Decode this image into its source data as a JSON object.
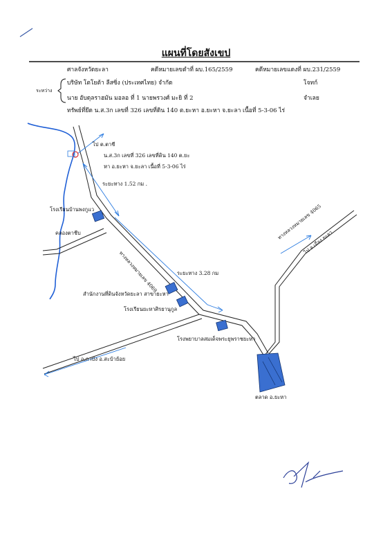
{
  "title": "แผนที่โดยสังเขป",
  "header": {
    "court": "ศาลจังหวัดยะลา",
    "black_case": "คดีหมายเลขดำที่ ผบ.165/2559",
    "red_case": "คดีหมายเลขแดงที่ ผบ.231/2559",
    "parties_label": "ระหว่าง",
    "plaintiff": "บริษัท โตโยต้า ลีสซิ่ง (ประเทศไทย) จำกัด",
    "plaintiff_role": "โจทก์",
    "defendant": "นาย อับดุลราฮมัน มอลอ ที่ 1 นายพรวงศ์ มะยิ ที่ 2",
    "defendant_role": "จำเลย",
    "property": "ทรัพย์ที่ยึด   น.ส.3ก เลขที่ 326 เลขที่ดิน 140 ต.ยะหา อ.ยะหา จ.ยะลา เนื้อที่ 5-3-06 ไร่"
  },
  "map": {
    "to_bacho": "ไป ต.ตาชี",
    "parcel_line1": "น.ส.3ก เลขที่ 326 เลขที่ดิน 140 ต.ยะ",
    "parcel_line2": "หา อ.ยะหา จ.ยะลา เนื้อที่ 5-3-06 ไร่",
    "distance_1": "ระยะทาง 1.52 กม .",
    "school_1": "โรงเรียนบ้านพงกูแว",
    "canal": "คลองตาชีบ",
    "highway_4069": "ทางหลวงหมายเลข 4069",
    "distance_2": "ระยะทาง 3.28 กม",
    "land_office": "สำนักงานที่ดินจังหวัดยะลา สาขายะหา",
    "school_2": "โรงเรียนยะหาศิรยานุกูล",
    "hospital": "โรงพยาบาลสมเด็จพระยุพราชยะหา",
    "highway_4065": "ทางหลวงหมายเลข 4065",
    "to_mueang": "ไป อ.เมือง ยะลา",
    "to_kabang": "ไป อ.กาบัง อ.สะบ้าย้อย",
    "market": "ตลาด อ.ยะหา",
    "colors": {
      "marker": "#3a6fd0",
      "river": "#1f5fd6",
      "annotation": "#2a7be0"
    },
    "icons": [
      "parcel-marker-icon",
      "north-arrow-icon",
      "distance-arrow-icon"
    ]
  }
}
